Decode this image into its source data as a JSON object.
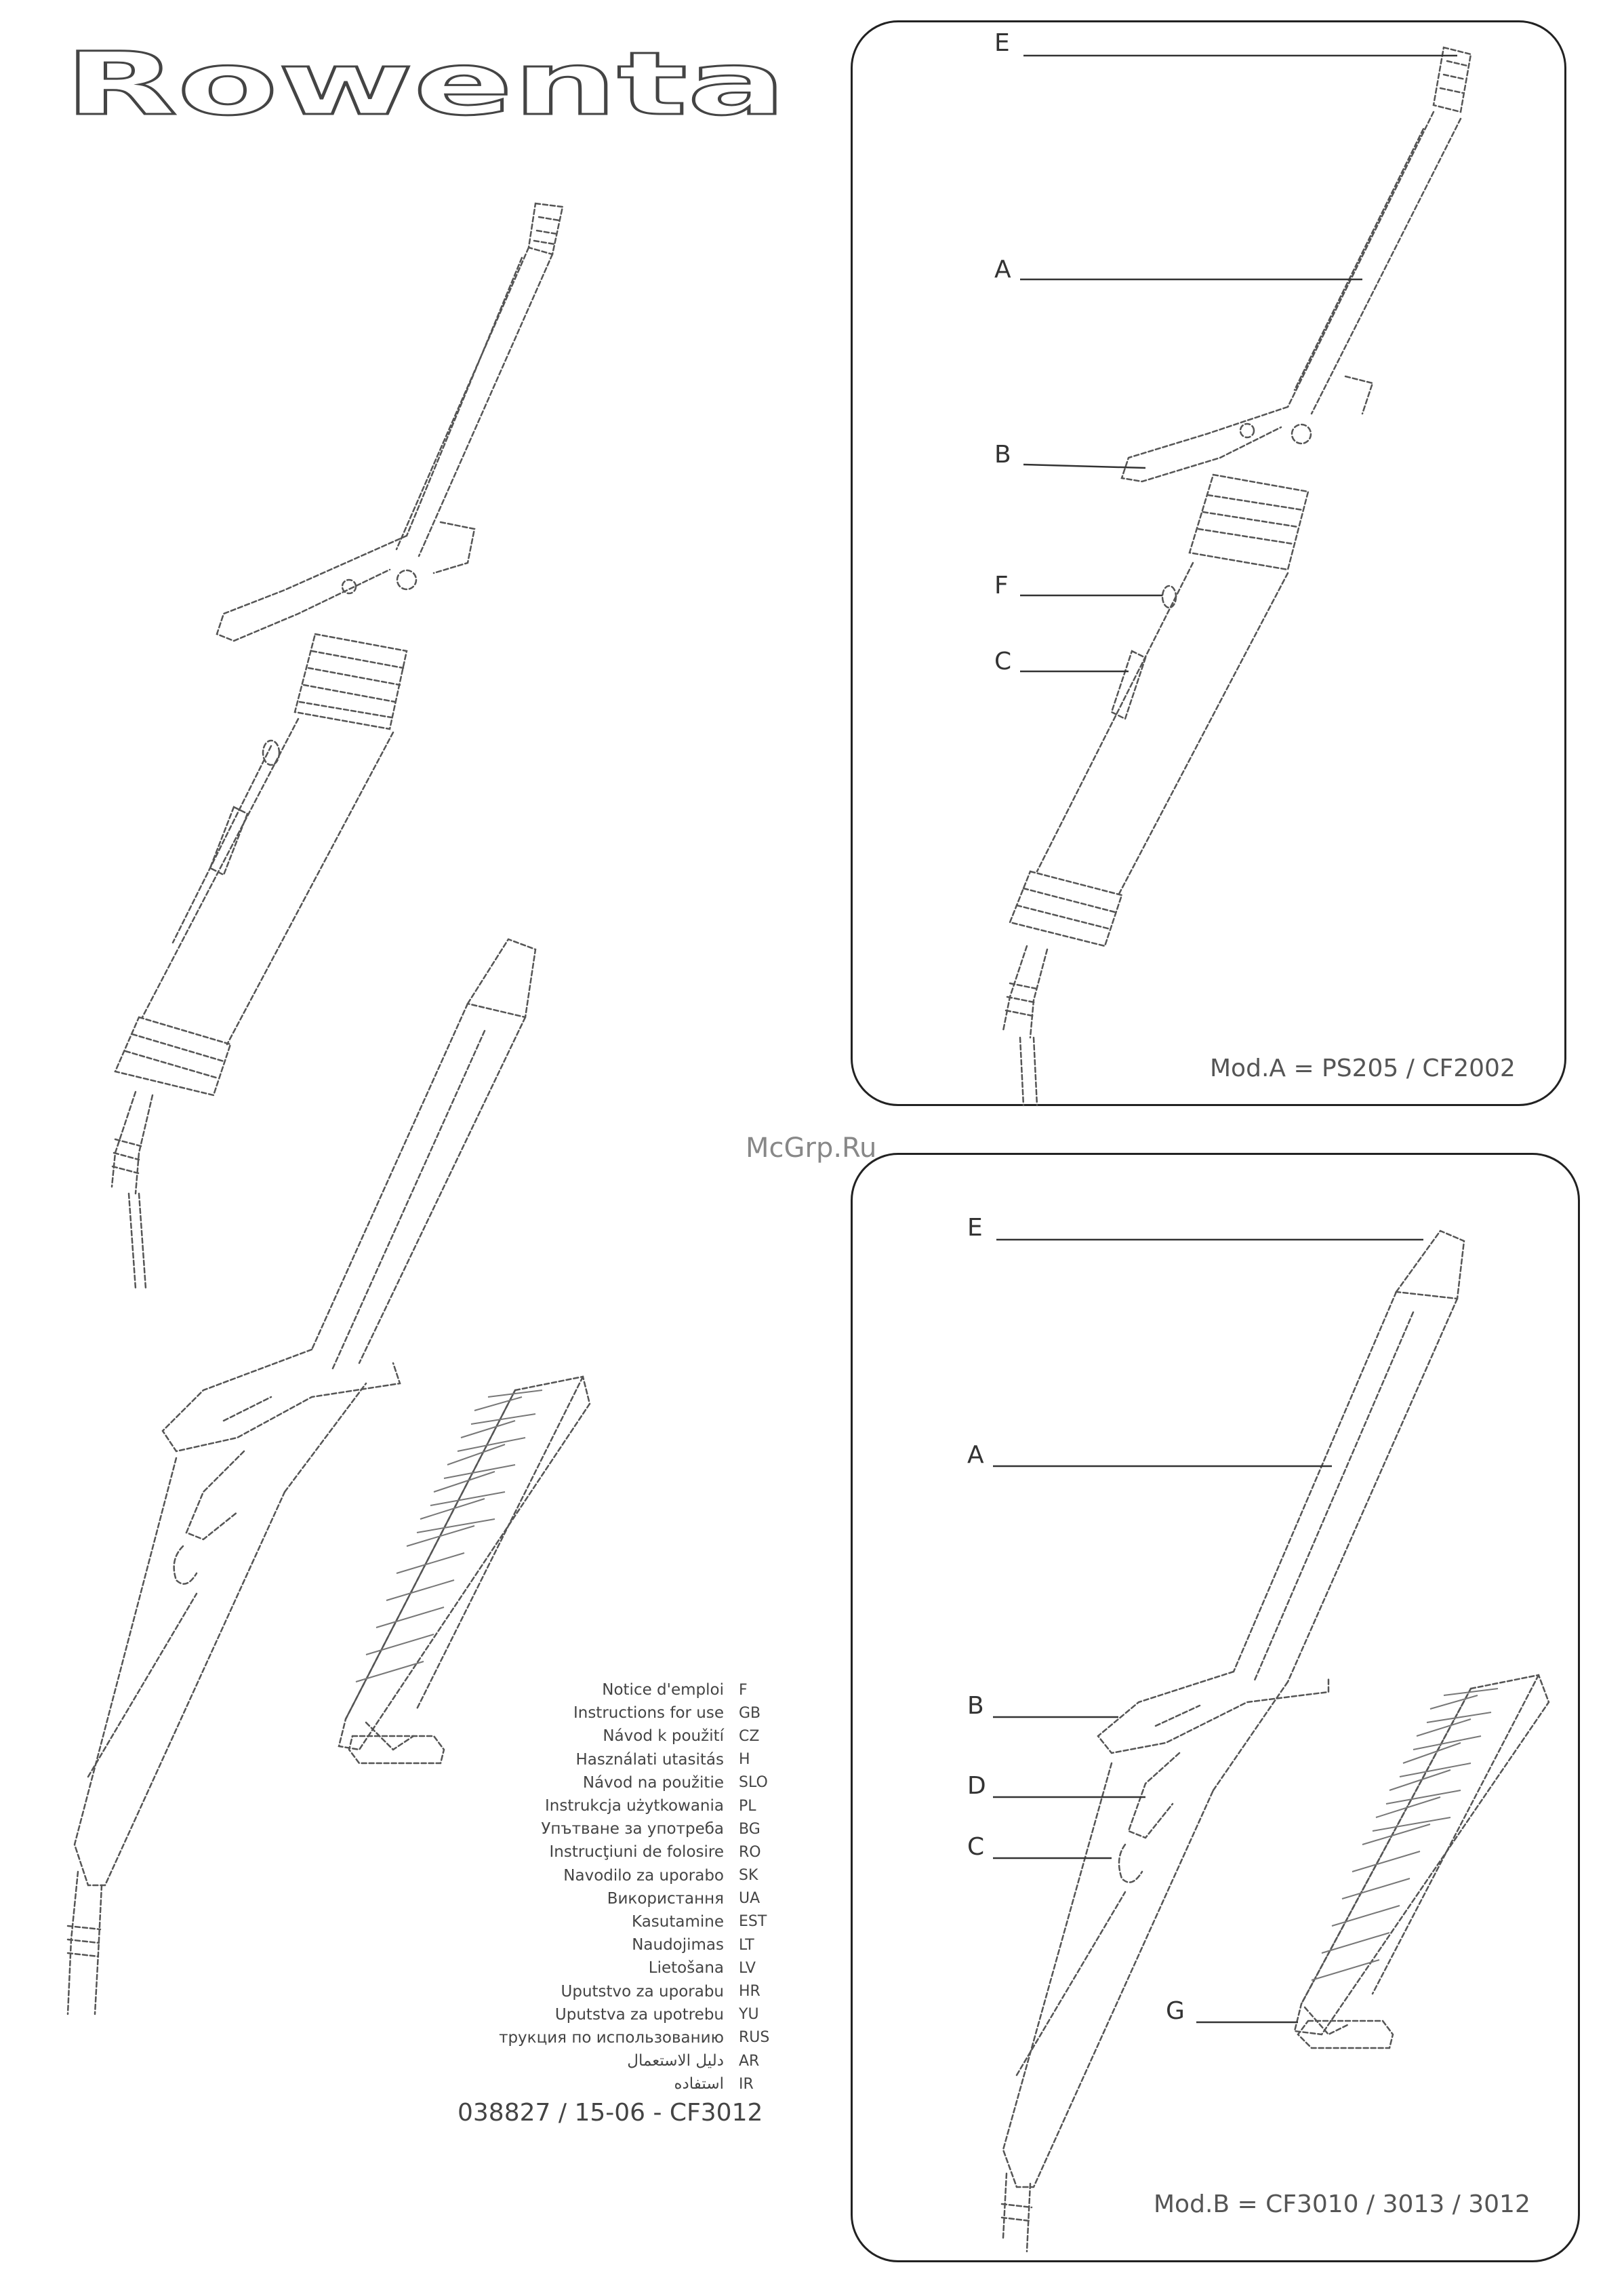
{
  "brand": {
    "logo_text": "Rowenta"
  },
  "watermark": "McGrp.Ru",
  "panel_a": {
    "labels": [
      "E",
      "A",
      "B",
      "F",
      "C"
    ],
    "caption": "Mod.A = PS205 / CF2002"
  },
  "panel_b": {
    "labels": [
      "E",
      "A",
      "B",
      "D",
      "C",
      "G"
    ],
    "caption": "Mod.B = CF3010 / 3013 / 3012"
  },
  "languages": [
    {
      "name": "Notice d'emploi",
      "code": "F"
    },
    {
      "name": "Instructions for use",
      "code": "GB"
    },
    {
      "name": "Návod k použití",
      "code": "CZ"
    },
    {
      "name": "Használati utasitás",
      "code": "H"
    },
    {
      "name": "Návod na použitie",
      "code": "SLO"
    },
    {
      "name": "Instrukcja użytkowania",
      "code": "PL"
    },
    {
      "name": "Упътване за употреба",
      "code": "BG"
    },
    {
      "name": "Instrucţiuni de folosire",
      "code": "RO"
    },
    {
      "name": "Navodilo za uporabo",
      "code": "SK"
    },
    {
      "name": "Використання",
      "code": "UA"
    },
    {
      "name": "Kasutamine",
      "code": "EST"
    },
    {
      "name": "Naudojimas",
      "code": "LT"
    },
    {
      "name": "Lietošana",
      "code": "LV"
    },
    {
      "name": "Uputstvo za uporabu",
      "code": "HR"
    },
    {
      "name": "Uputstva za upotrebu",
      "code": "YU"
    },
    {
      "name": "трукция по использованию",
      "code": "RUS"
    },
    {
      "name": "دليل الاستعمال",
      "code": "AR"
    },
    {
      "name": "استفاده",
      "code": "IR"
    }
  ],
  "document_ref": "038827 /  15-06 - CF3012"
}
